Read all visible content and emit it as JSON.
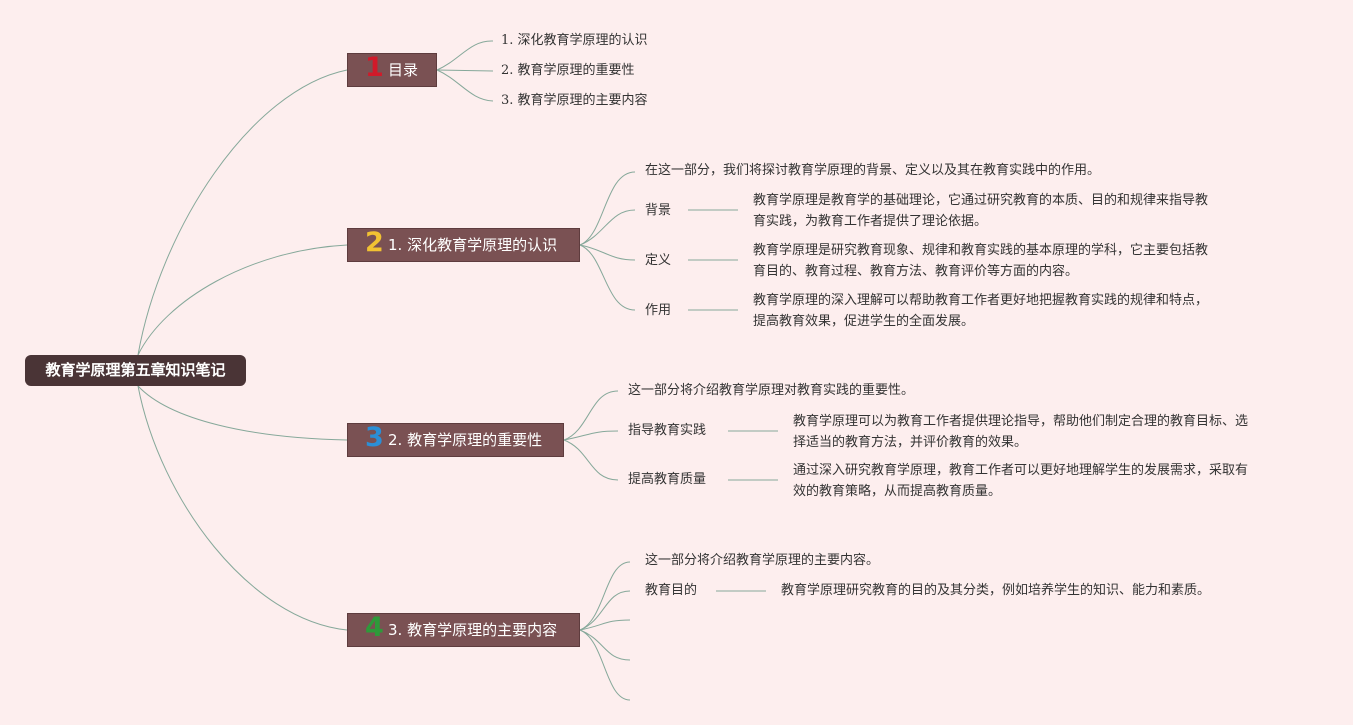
{
  "root": {
    "label": "教育学原理第五章知识笔记"
  },
  "branches": [
    {
      "num": "1",
      "num_color": "#d11a2a",
      "label": "目录",
      "leaves": [
        "1. 深化教育学原理的认识",
        "2. 教育学原理的重要性",
        "3. 教育学原理的主要内容"
      ]
    },
    {
      "num": "2",
      "num_color": "#f2c232",
      "label": "1. 深化教育学原理的认识",
      "intro": "在这一部分，我们将探讨教育学原理的背景、定义以及其在教育实践中的作用。",
      "items": [
        {
          "name": "背景",
          "desc": [
            "教育学原理是教育学的基础理论，它通过研究教育的本质、目的和规律来指导教",
            "育实践，为教育工作者提供了理论依据。"
          ]
        },
        {
          "name": "定义",
          "desc": [
            "教育学原理是研究教育现象、规律和教育实践的基本原理的学科，它主要包括教",
            "育目的、教育过程、教育方法、教育评价等方面的内容。"
          ]
        },
        {
          "name": "作用",
          "desc": [
            "教育学原理的深入理解可以帮助教育工作者更好地把握教育实践的规律和特点，",
            "提高教育效果，促进学生的全面发展。"
          ]
        }
      ]
    },
    {
      "num": "3",
      "num_color": "#2b8fd6",
      "label": "2. 教育学原理的重要性",
      "intro": "这一部分将介绍教育学原理对教育实践的重要性。",
      "items": [
        {
          "name": "指导教育实践",
          "desc": [
            "教育学原理可以为教育工作者提供理论指导，帮助他们制定合理的教育目标、选",
            "择适当的教育方法，并评价教育的效果。"
          ]
        },
        {
          "name": "提高教育质量",
          "desc": [
            "通过深入研究教育学原理，教育工作者可以更好地理解学生的发展需求，采取有",
            "效的教育策略，从而提高教育质量。"
          ]
        }
      ]
    },
    {
      "num": "4",
      "num_color": "#2e9a3a",
      "label": "3. 教育学原理的主要内容",
      "intro": "这一部分将介绍教育学原理的主要内容。",
      "items": [
        {
          "name": "教育目的",
          "desc": [
            "教育学原理研究教育的目的及其分类，例如培养学生的知识、能力和素质。"
          ]
        }
      ]
    }
  ],
  "colors": {
    "line": "#86a89a",
    "background": "#fdeeee",
    "root": "#4a3436",
    "branch": "#7a5153"
  }
}
